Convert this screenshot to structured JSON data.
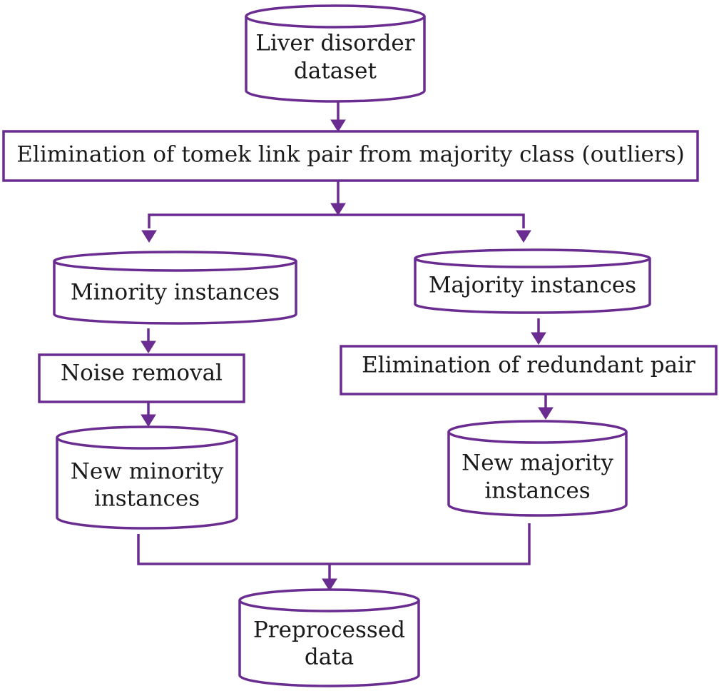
{
  "colors": {
    "accent": "#6a2c91",
    "text": "#1a1a1a",
    "background": "#ffffff"
  },
  "nodes": {
    "liver_dataset": {
      "shape": "cylinder",
      "lines": [
        "Liver disorder",
        "dataset"
      ]
    },
    "tomek": {
      "shape": "rectangle",
      "lines": [
        "Elimination of tomek link pair from majority class (outliers)"
      ]
    },
    "minority": {
      "shape": "cylinder",
      "lines": [
        "Minority instances"
      ]
    },
    "majority": {
      "shape": "cylinder",
      "lines": [
        "Majority instances"
      ]
    },
    "noise": {
      "shape": "rectangle",
      "lines": [
        "Noise removal"
      ]
    },
    "redundant": {
      "shape": "rectangle",
      "lines": [
        "Elimination of redundant pair"
      ]
    },
    "new_minority": {
      "shape": "cylinder",
      "lines": [
        "New minority",
        "instances"
      ]
    },
    "new_majority": {
      "shape": "cylinder",
      "lines": [
        "New majority",
        "instances"
      ]
    },
    "preprocessed": {
      "shape": "cylinder",
      "lines": [
        "Preprocessed",
        "data"
      ]
    }
  },
  "edges": [
    {
      "from": "liver_dataset",
      "to": "tomek"
    },
    {
      "from": "tomek",
      "to": "minority"
    },
    {
      "from": "tomek",
      "to": "majority"
    },
    {
      "from": "minority",
      "to": "noise"
    },
    {
      "from": "majority",
      "to": "redundant"
    },
    {
      "from": "noise",
      "to": "new_minority"
    },
    {
      "from": "redundant",
      "to": "new_majority"
    },
    {
      "from": "new_minority",
      "to": "preprocessed"
    },
    {
      "from": "new_majority",
      "to": "preprocessed"
    }
  ]
}
